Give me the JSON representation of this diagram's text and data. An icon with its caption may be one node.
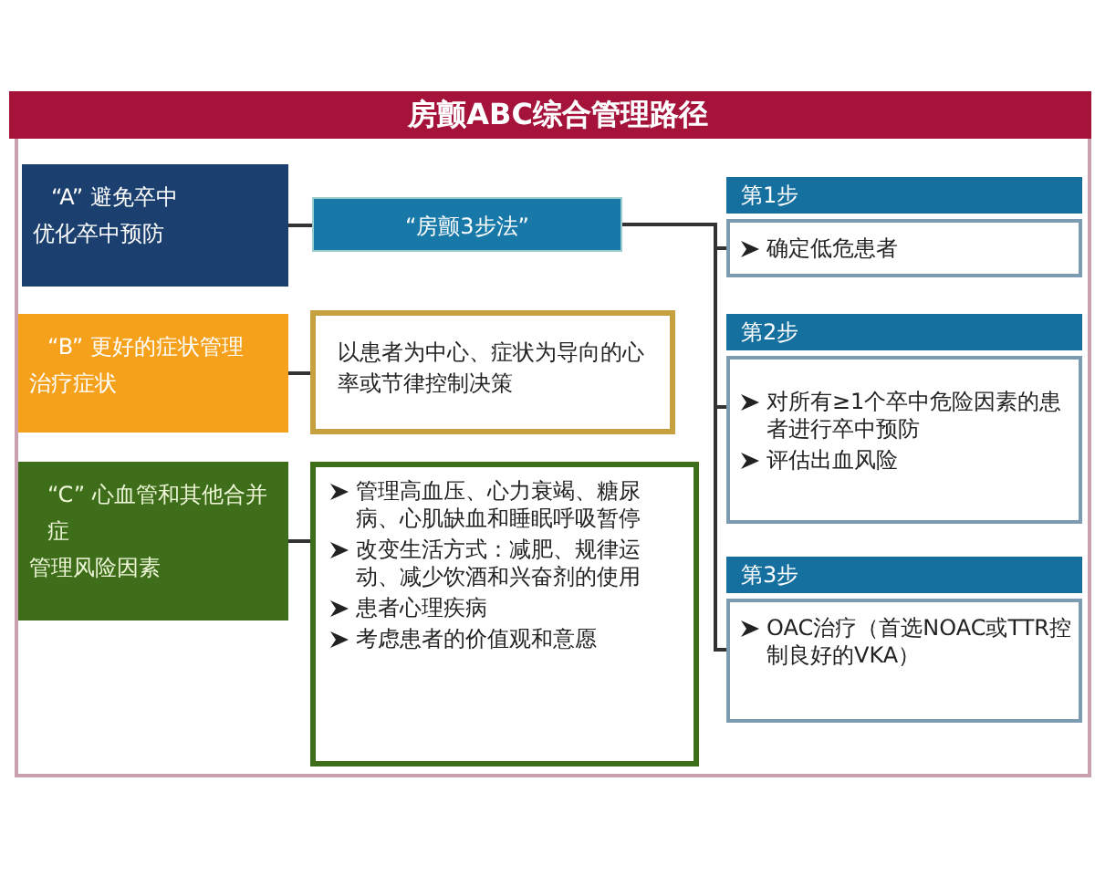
{
  "diagram": {
    "title": "房颤ABC综合管理路径",
    "nodes": [
      {
        "text": [
          "“A” 避免卒中",
          "优化卒中预防"
        ]
      },
      {
        "text": [
          "“房颤3步法”"
        ]
      },
      {
        "text": [
          "“B” 更好的症状管理",
          "治疗症状"
        ]
      },
      {
        "text": [
          "以患者为中心、症状为导向的心率或节律控制决策"
        ]
      },
      {
        "text": [
          "“C” 心血管和其他合并症",
          "管理风险因素"
        ]
      },
      {
        "text": [
          "管理高血压、心力衰竭、糖尿病、心肌缺血和睡眠呼吸暂停",
          "改变生活方式：减肥、规律运动、减少饮酒和兴奋剂的使用",
          "患者心理疾病",
          "考虑患者的价值观和意愿"
        ]
      },
      {
        "text": [
          "第1步",
          "确定低危患者"
        ]
      },
      {
        "text": [
          "第2步",
          "对所有≥1个卒中危险因素的患者进行卒中预防",
          "评估出血风险"
        ]
      },
      {
        "text": [
          "第3步",
          "OAC治疗（首选NOAC或TTR控制良好的VKA）"
        ]
      }
    ],
    "edges": [
      {
        "from": 0,
        "to": 1,
        "arrow": "none"
      },
      {
        "from": 2,
        "to": 3,
        "arrow": "none"
      },
      {
        "from": 4,
        "to": 5,
        "arrow": "none"
      },
      {
        "from": 1,
        "to": 6,
        "arrow": "none"
      },
      {
        "from": 1,
        "to": 7,
        "arrow": "none"
      },
      {
        "from": 1,
        "to": 8,
        "arrow": "none"
      }
    ]
  }
}
